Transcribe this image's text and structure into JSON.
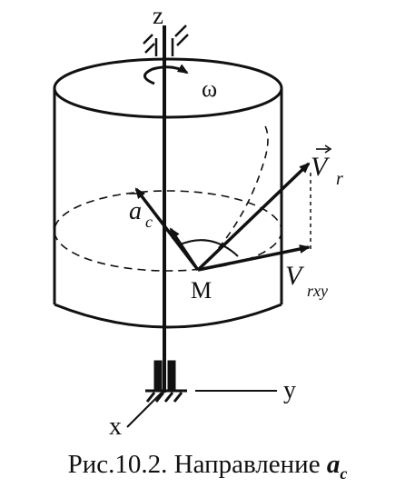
{
  "labels": {
    "z": "z",
    "omega": "ω",
    "vr_letter": "V",
    "vr_sub": "r",
    "ac_letter": "a",
    "ac_sub": "c",
    "point": "M",
    "vrxy_letter": "V",
    "vrxy_sub": "rxy",
    "y": "y",
    "x": "x"
  },
  "caption": {
    "text": "Рис.10.2. Направление ",
    "symbol": "a",
    "symbol_sub": "c"
  }
}
